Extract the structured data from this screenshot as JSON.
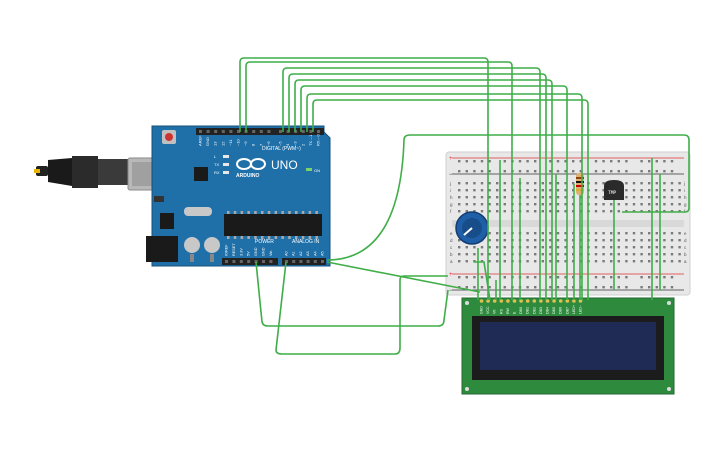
{
  "colors": {
    "wire": "#3fae49",
    "board": "#1f6fa8",
    "board_dark": "#17588a",
    "breadboard": "#e6e6e6",
    "lcd_pcb": "#2e8b3e",
    "lcd_screen": "#1f2a55",
    "header": "#222222",
    "usb_metal": "#b8b8b8"
  },
  "arduino": {
    "brand": "ARDUINO",
    "model": "UNO",
    "digital_label": "DIGITAL (PWM~)",
    "power_label": "POWER",
    "analog_label": "ANALOG IN",
    "on_label": "ON",
    "pin_labels": [
      "AREF",
      "GND",
      "13",
      "12",
      "~11",
      "~10",
      "~9",
      "8",
      "7",
      "~6",
      "~5",
      "4",
      "~3",
      "2",
      "TX→1",
      "RX←0"
    ],
    "led_labels": [
      "L",
      "TX",
      "RX"
    ],
    "power_pins": [
      "IOREF",
      "RESET",
      "3.3V",
      "5V",
      "GND",
      "GND",
      "Vin"
    ],
    "analog_pins": [
      "A0",
      "A1",
      "A2",
      "A3",
      "A4",
      "A5"
    ]
  },
  "breadboard": {
    "column_numbers": [
      "1",
      "5",
      "10",
      "15",
      "20",
      "25",
      "30"
    ],
    "row_letters_top": [
      "j",
      "i",
      "h",
      "g",
      "f"
    ],
    "row_letters_bottom": [
      "e",
      "d",
      "c",
      "b",
      "a"
    ],
    "rail_plus": "+",
    "rail_minus": "−"
  },
  "sensor": {
    "label": "TMP"
  },
  "lcd": {
    "pin_labels": [
      "GND",
      "VCC",
      "V0",
      "RS",
      "RW",
      "E",
      "DB0",
      "DB1",
      "DB2",
      "DB3",
      "DB4",
      "DB5",
      "DB6",
      "DB7",
      "LED+",
      "LED−"
    ]
  }
}
